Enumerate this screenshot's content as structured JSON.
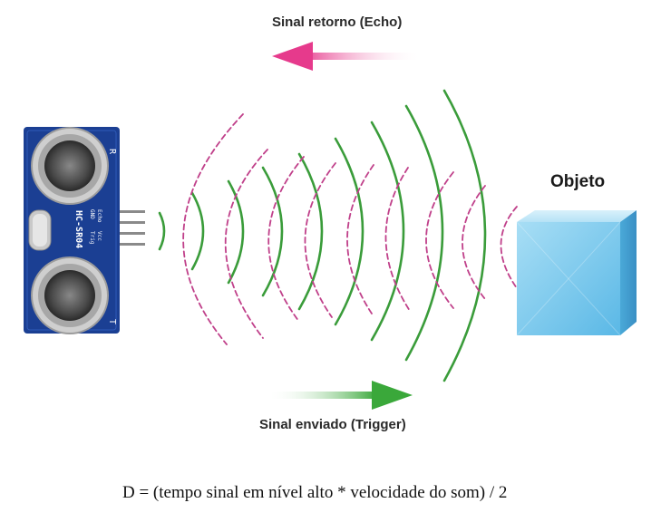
{
  "labels": {
    "echo": "Sinal retorno (Echo)",
    "trigger": "Sinal enviado (Trigger)",
    "object": "Objeto",
    "formula": "D = (tempo sinal em nível alto * velocidade do som) / 2"
  },
  "sensor": {
    "model": "HC-SR04",
    "pins": [
      "GND",
      "Echo",
      "Trig",
      "Vcc"
    ],
    "transducer_t": "T",
    "transducer_r": "R"
  },
  "colors": {
    "echo_arrow": "#e63a8c",
    "trigger_arrow": "#3aa83a",
    "sent_wave": "#3a9c3a",
    "return_wave": "#c0408a",
    "board": "#1b3f93",
    "object_cube": "#6cc4ec"
  },
  "icons": {
    "sensor": "ultrasonic-sensor-icon",
    "object": "cube-icon"
  }
}
